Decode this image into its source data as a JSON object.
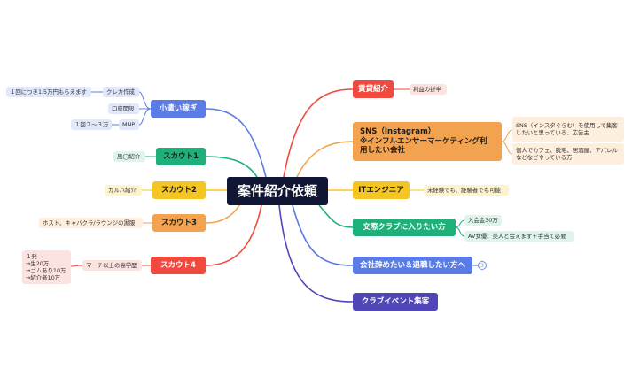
{
  "central": "案件紹介依頼",
  "right": {
    "chintai": {
      "label": "賃貸紹介",
      "note": "利益の折半"
    },
    "sns": {
      "line1": "SNS（Instagram）",
      "line2": "※インフルエンサーマーケティング利",
      "line3": "用したい会社",
      "note1": "SNS（インスタぐらむ）を使用して集客したいと思っている、広告主",
      "note2": "個人でカフェ、脱毛、居酒屋、アパレルなどなどやっている方"
    },
    "it": {
      "label": "ITエンジニア",
      "note": "未経験でも、経験者でも可能"
    },
    "club": {
      "label": "交際クラブに入りたい方",
      "note1": "入会金30万",
      "note2": "AV女優、美人と会えます＋手当て必要"
    },
    "quit": {
      "label": "会社辞めたい＆退職したい方へ",
      "badge": "3"
    },
    "event": {
      "label": "クラブイベント集客"
    }
  },
  "left": {
    "kozukai": {
      "label": "小遣い稼ぎ",
      "kureka": "クレカ作成",
      "kureka_note": "１回につき1.5万円もらえます",
      "koza": "口座開設",
      "mnp": "MNP",
      "mnp_note": "１回２〜３万"
    },
    "scout1": {
      "label": "スカウト1",
      "note": "風◯紹介"
    },
    "scout2": {
      "label": "スカウト2",
      "note": "ガルバ紹介"
    },
    "scout3": {
      "label": "スカウト3",
      "note": "ホスト、キャバクラ/ラウンジの黒服"
    },
    "scout4": {
      "label": "スカウト4",
      "note": "マーチ以上の高学歴",
      "detail1": "１発",
      "detail2": "→生20万",
      "detail3": "→ゴムあり10万",
      "detail4": "→紹介者10万"
    }
  },
  "colors": {
    "center": "#101633",
    "red": "#f04a3e",
    "orange": "#f3a34f",
    "yellow": "#f5c622",
    "green": "#1fb07a",
    "blue": "#5b7be6",
    "indigo": "#5046b8"
  }
}
